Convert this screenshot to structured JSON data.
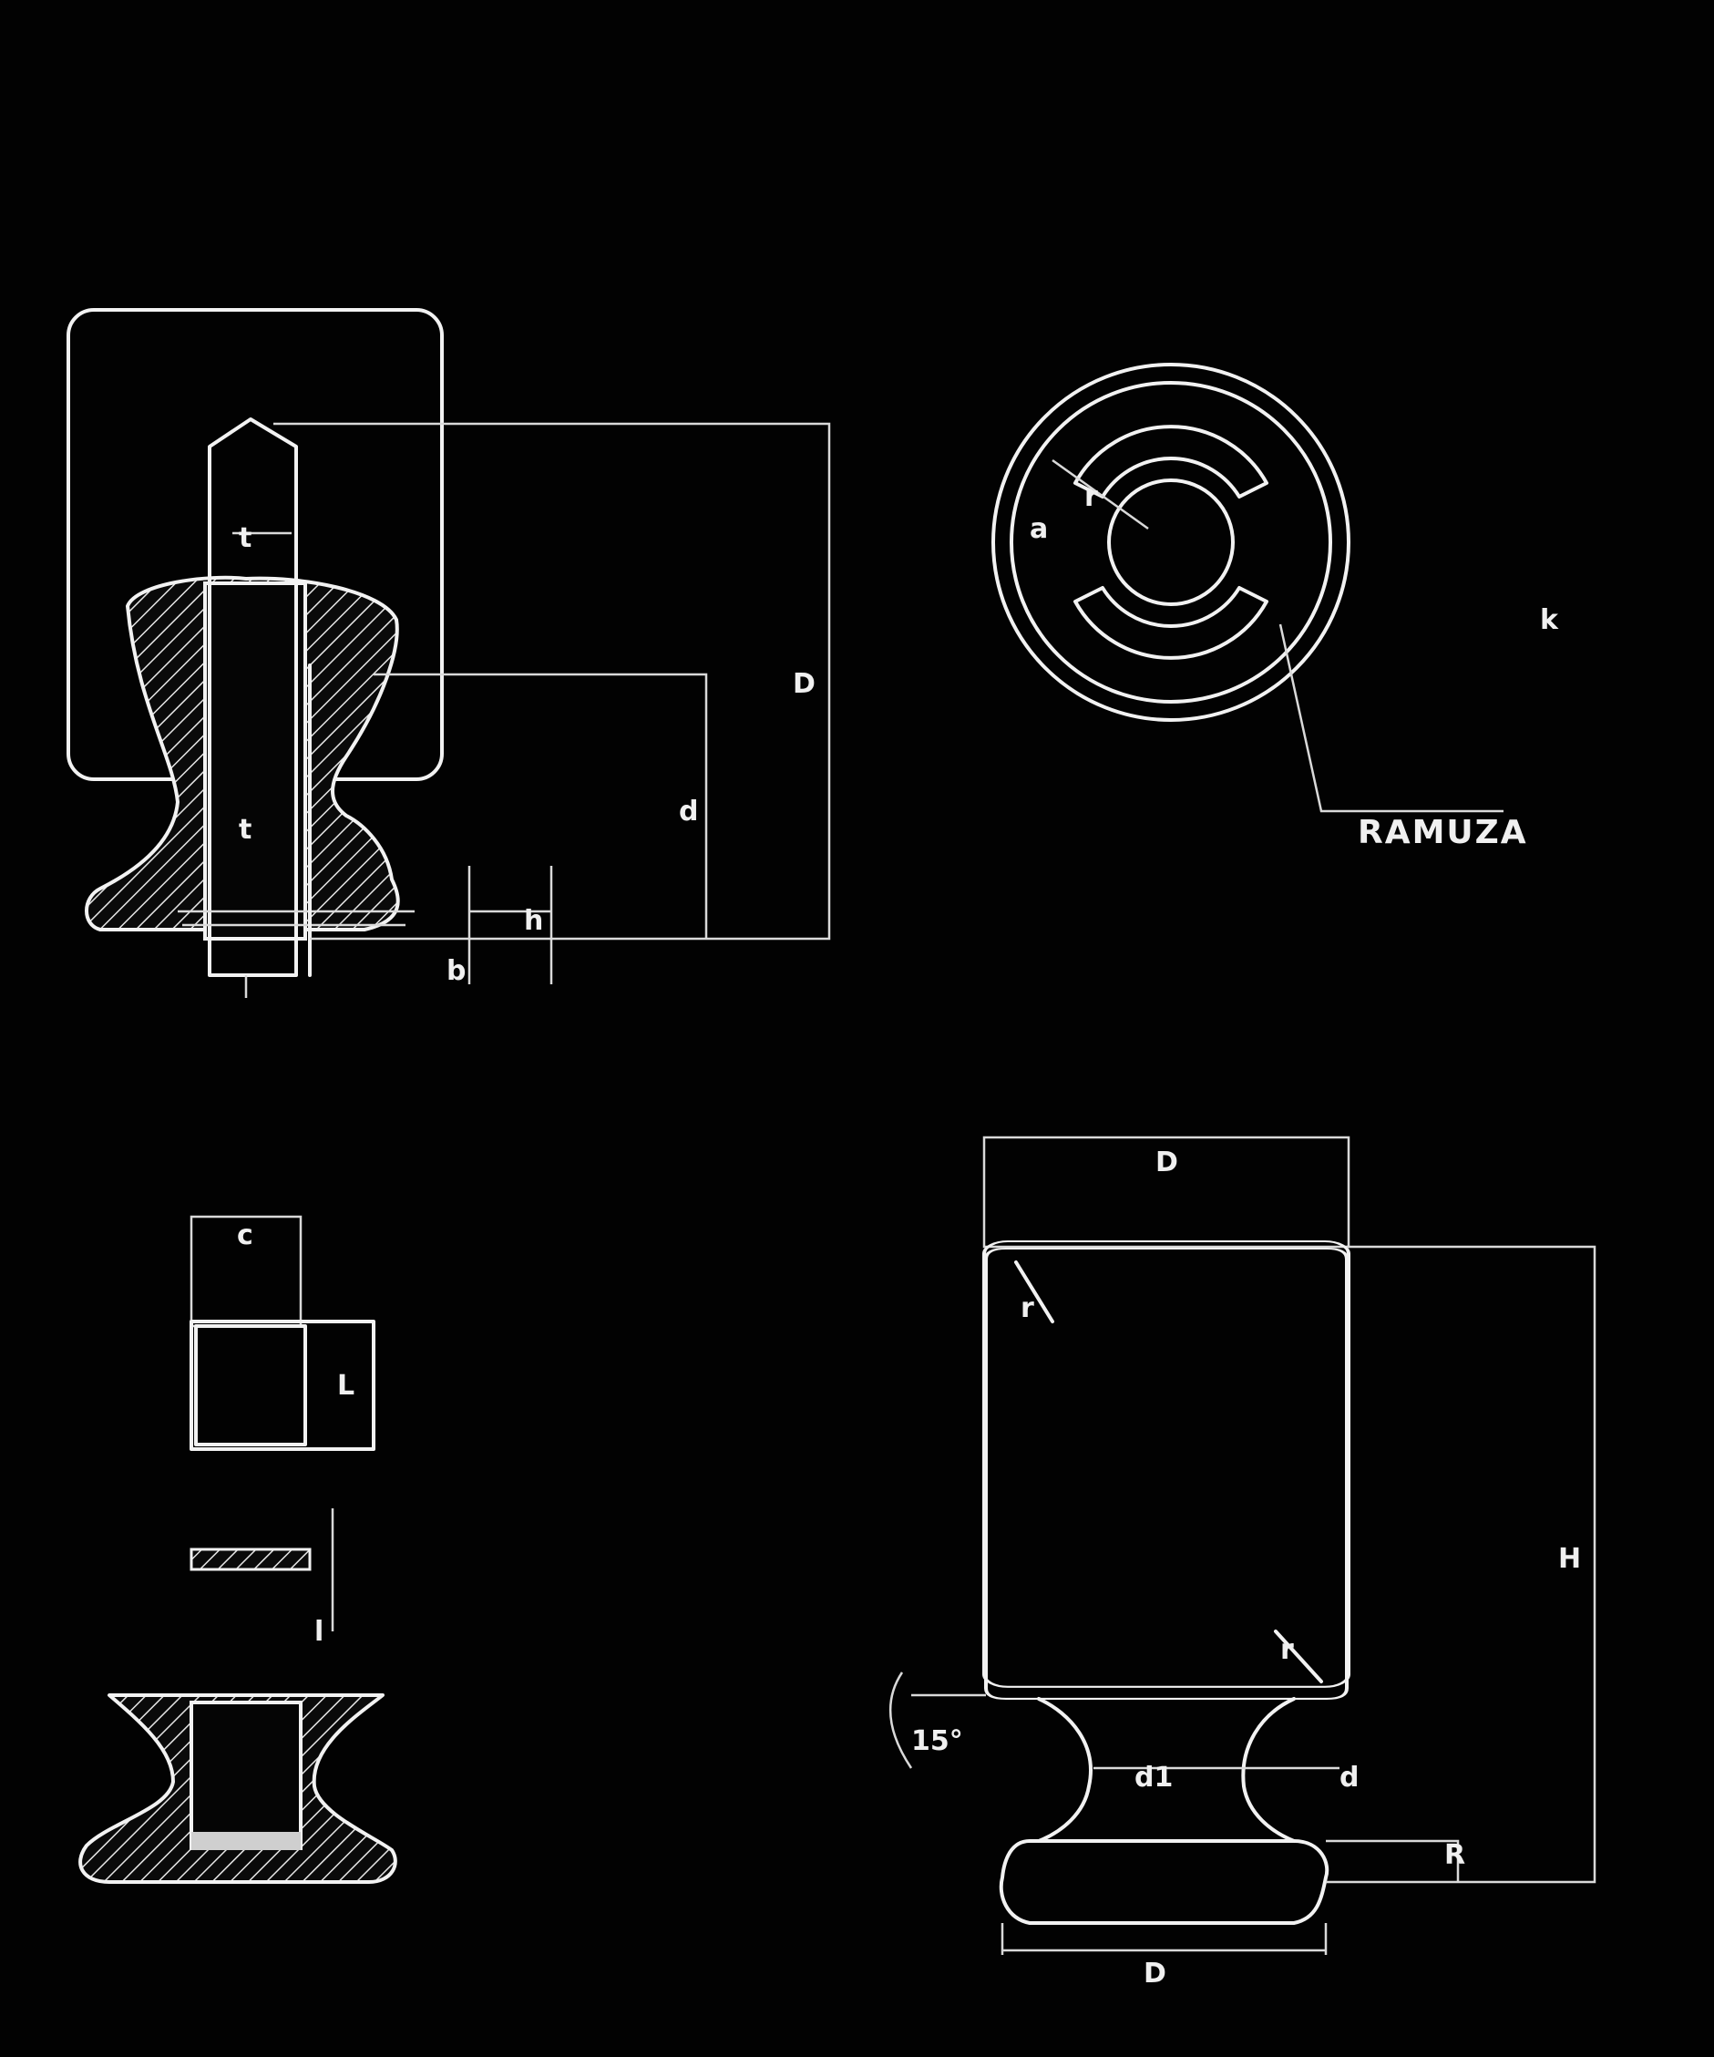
{
  "colors": {
    "background": "#020202",
    "line": "#f2f2f2"
  },
  "labels": {
    "part_name": "RAMUZA",
    "dim_D": "D",
    "dim_d": "d",
    "dim_d1": "d1",
    "dim_h": "h",
    "dim_H": "H",
    "dim_L": "L",
    "dim_l": "l",
    "dim_r": "r",
    "dim_R": "R",
    "dim_a": "a",
    "dim_b": "b",
    "dim_c": "c",
    "dim_k": "k",
    "dim_t": "t",
    "dim_angle": "15°"
  }
}
